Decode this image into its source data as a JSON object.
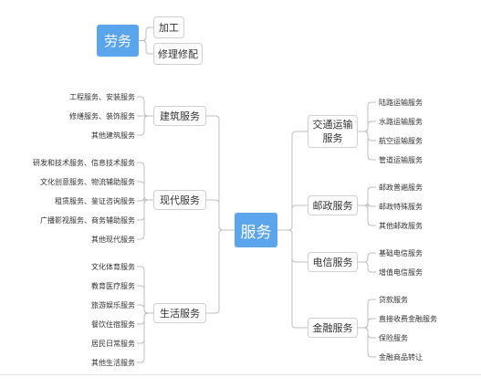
{
  "diagram": {
    "labor": {
      "title": "劳务",
      "children": [
        "加工",
        "修理修配"
      ]
    },
    "root": "服务",
    "left_branches": [
      {
        "title": "建筑服务",
        "items": [
          "工程服务、安装服务",
          "修缮服务、装饰服务",
          "其他建筑服务"
        ]
      },
      {
        "title": "现代服务",
        "items": [
          "研发和技术服务、信息技术服务",
          "文化创意服务、物流辅助服务",
          "租赁服务、鉴证咨询服务",
          "广播影视服务、商务辅助服务",
          "其他现代服务"
        ]
      },
      {
        "title": "生活服务",
        "items": [
          "文化体育服务",
          "教育医疗服务",
          "旅游娱乐服务",
          "餐饮住宿服务",
          "居民日常服务",
          "其他生活服务"
        ]
      }
    ],
    "right_branches": [
      {
        "title_lines": [
          "交通运输",
          "服务"
        ],
        "items": [
          "陆路运输服务",
          "水路运输服务",
          "航空运输服务",
          "管道运输服务"
        ]
      },
      {
        "title": "邮政服务",
        "items": [
          "邮政普遍服务",
          "邮政特殊服务",
          "其他邮政服务"
        ]
      },
      {
        "title": "电信服务",
        "items": [
          "基础电信服务",
          "增值电信服务"
        ]
      },
      {
        "title": "金融服务",
        "items": [
          "贷款服务",
          "直接收费金融服务",
          "保险服务",
          "金融商品转让"
        ]
      }
    ]
  },
  "colors": {
    "root_fill": "#5aa5ec",
    "edge": "#bfbfbf",
    "box_border": "#cfcfcf",
    "text": "#333333"
  }
}
